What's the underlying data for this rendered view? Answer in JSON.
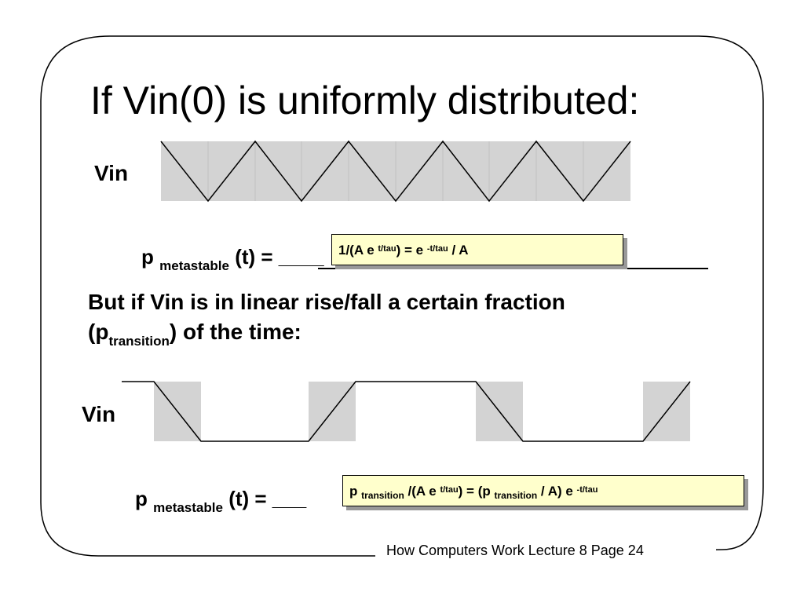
{
  "slide": {
    "title": "If Vin(0) is uniformly distributed:",
    "vin_label_1": "Vin",
    "vin_label_2": "Vin",
    "eq1": {
      "p": "p",
      "sub": "metastable",
      "rest": "(t) = ",
      "blank": "____"
    },
    "answer1": {
      "a": "1/(A e ",
      "sup1": "t/tau",
      "b": ") = e ",
      "sup2": "-t/tau",
      "c": " / A"
    },
    "para": {
      "line1": "But if Vin is in linear rise/fall a certain fraction",
      "l2a": "(p",
      "l2sub": "transition",
      "l2b": ") of the time:"
    },
    "eq2": {
      "p": "p",
      "sub": "metastable",
      "rest": "(t) = ",
      "blank": "___"
    },
    "answer2": {
      "a": "p ",
      "sub1": "transition",
      "b": " /(A e ",
      "sup1": "t/tau",
      "c": ") = (p ",
      "sub2": "transition",
      "d": " / A) e ",
      "sup2": "-t/tau"
    },
    "footer": "How Computers Work Lecture 8 Page 24"
  },
  "colors": {
    "shade": "#d3d3d3",
    "answer_bg": "#ffffcc",
    "shadow": "#999999"
  }
}
